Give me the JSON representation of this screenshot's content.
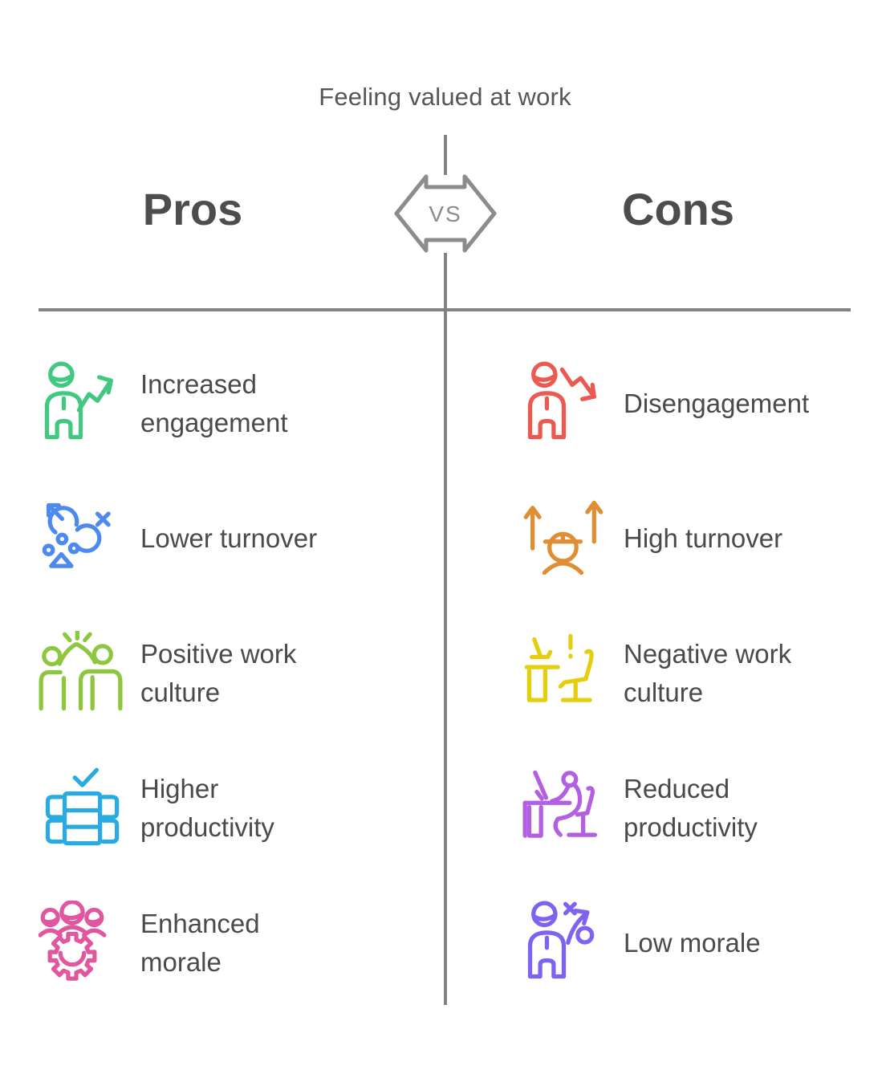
{
  "title": "Feeling valued at work",
  "vs_label": "VS",
  "colors": {
    "divider_line": "#828282",
    "vs_outline": "#8C8C8C",
    "title_text": "#55565A",
    "heading_text": "#4D4D4F",
    "item_text": "#4A4A4C"
  },
  "pros": {
    "title": "Pros",
    "items": [
      {
        "label": "Increased\nengagement",
        "icon": "person-growth-arrow-icon",
        "color": "#42C882"
      },
      {
        "label": "Lower turnover",
        "icon": "strategy-symbols-icon",
        "color": "#4D8AF0"
      },
      {
        "label": "Positive work\nculture",
        "icon": "team-high-five-icon",
        "color": "#8DC63F"
      },
      {
        "label": "Higher\nproductivity",
        "icon": "stacked-boxes-check-icon",
        "color": "#29ABE2"
      },
      {
        "label": "Enhanced\nmorale",
        "icon": "team-gear-smile-icon",
        "color": "#E0569F"
      }
    ]
  },
  "cons": {
    "title": "Cons",
    "items": [
      {
        "label": "Disengagement",
        "icon": "person-decline-arrow-icon",
        "color": "#EA5A50"
      },
      {
        "label": "High turnover",
        "icon": "worker-up-arrows-icon",
        "color": "#E08E35"
      },
      {
        "label": "Negative work\nculture",
        "icon": "empty-desk-chair-icon",
        "color": "#E5CE0D"
      },
      {
        "label": "Reduced\nproductivity",
        "icon": "slouched-worker-desk-icon",
        "color": "#B35FE3"
      },
      {
        "label": "Low morale",
        "icon": "person-failed-tactic-icon",
        "color": "#7D63EF"
      }
    ]
  }
}
